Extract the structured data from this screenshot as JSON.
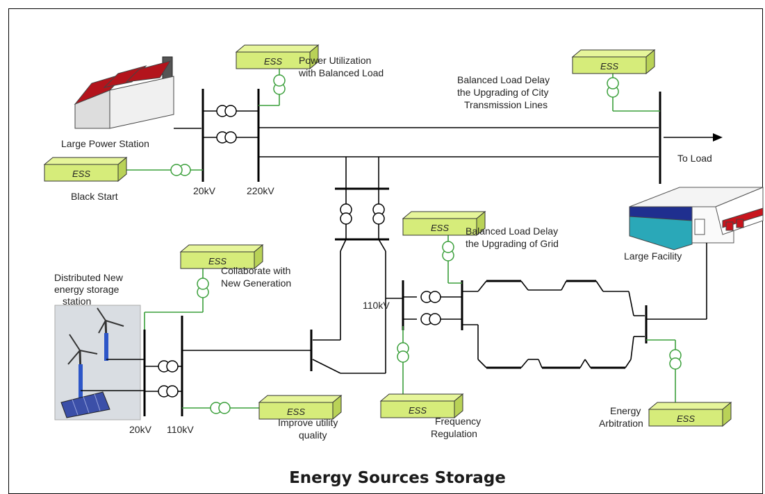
{
  "title": "Energy Sources Storage",
  "ess_label": "ESS",
  "labels": {
    "large_power_station": "Large Power Station",
    "black_start": "Black Start",
    "power_utilization_1": "Power Utilization",
    "power_utilization_2": "with Balanced Load",
    "balanced_city_1": "Balanced Load Delay",
    "balanced_city_2": "the Upgrading of City",
    "balanced_city_3": "Transmission Lines",
    "to_load": "To Load",
    "kv_20_top": "20kV",
    "kv_220": "220kV",
    "balanced_grid_1": "Balanced Load Delay",
    "balanced_grid_2": "the Upgrading of Grid",
    "large_facility": "Large Facility",
    "distributed_1": "Distributed New",
    "distributed_2": "energy storage",
    "distributed_3": "station",
    "collaborate_1": "Collaborate with",
    "collaborate_2": "New Generation",
    "kv_110_mid": "110kV",
    "kv_20_bottom": "20kV",
    "kv_110_bottom": "110kV",
    "improve_1": "Improve utility",
    "improve_2": "quality",
    "frequency_1": "Frequency",
    "frequency_2": "Regulation",
    "energy_arb_1": "Energy",
    "energy_arb_2": "Arbitration"
  },
  "colors": {
    "ess_fill": "#d6ec7a",
    "ess_side": "#b9d257",
    "green_line": "#3a9f3a",
    "roof_red": "#b3141c",
    "facility_blue": "#1f2f8f",
    "facility_teal": "#2aa8b8"
  }
}
